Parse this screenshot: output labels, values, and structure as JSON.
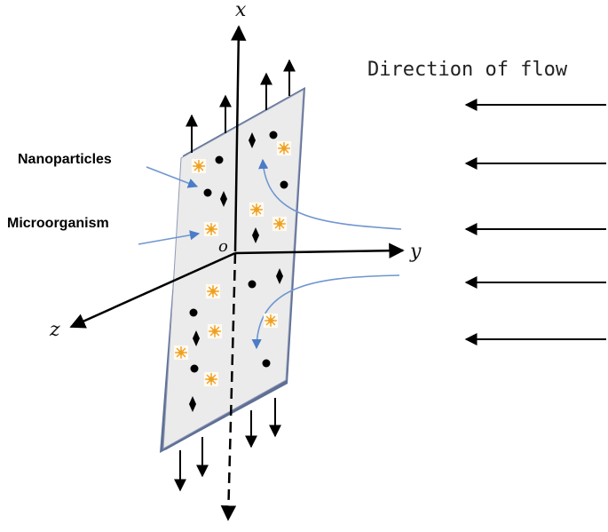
{
  "labels": {
    "x_axis": "x",
    "y_axis": "y",
    "z_axis": "z",
    "origin": "o",
    "flow": "Direction of flow",
    "nanoparticles": "Nanoparticles",
    "microorganism": "Microorganism"
  },
  "icons": {
    "nanoparticle": "black-dot-icon",
    "microorganism": "orange-star-icon",
    "diamond": "black-diamond-icon"
  },
  "colors": {
    "sheet_fill": "#ebebeb",
    "sheet_edge": "#5f6f95",
    "streamline": "#6f96cf",
    "microorganism": "#f0a020",
    "axis": "#000000"
  }
}
